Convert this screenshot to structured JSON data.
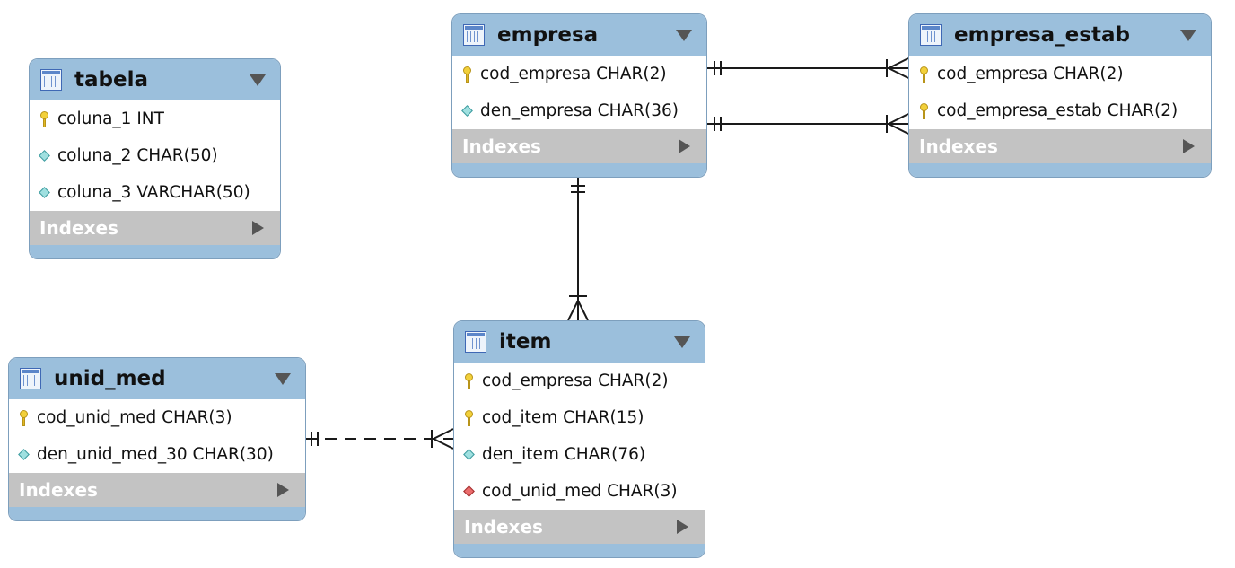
{
  "entities": {
    "tabela": {
      "name": "tabela",
      "columns": [
        {
          "label": "coluna_1 INT",
          "kind": "primary-key"
        },
        {
          "label": "coluna_2 CHAR(50)",
          "kind": "column"
        },
        {
          "label": "coluna_3 VARCHAR(50)",
          "kind": "column"
        }
      ],
      "indexes_label": "Indexes"
    },
    "empresa": {
      "name": "empresa",
      "columns": [
        {
          "label": "cod_empresa CHAR(2)",
          "kind": "primary-key"
        },
        {
          "label": "den_empresa CHAR(36)",
          "kind": "column"
        }
      ],
      "indexes_label": "Indexes"
    },
    "empresa_estab": {
      "name": "empresa_estab",
      "columns": [
        {
          "label": "cod_empresa CHAR(2)",
          "kind": "primary-key"
        },
        {
          "label": "cod_empresa_estab CHAR(2)",
          "kind": "primary-key"
        }
      ],
      "indexes_label": "Indexes"
    },
    "item": {
      "name": "item",
      "columns": [
        {
          "label": "cod_empresa CHAR(2)",
          "kind": "primary-key"
        },
        {
          "label": "cod_item CHAR(15)",
          "kind": "primary-key"
        },
        {
          "label": "den_item CHAR(76)",
          "kind": "column"
        },
        {
          "label": "cod_unid_med CHAR(3)",
          "kind": "foreign-key"
        }
      ],
      "indexes_label": "Indexes"
    },
    "unid_med": {
      "name": "unid_med",
      "columns": [
        {
          "label": "cod_unid_med CHAR(3)",
          "kind": "primary-key"
        },
        {
          "label": "den_unid_med_30 CHAR(30)",
          "kind": "column"
        }
      ],
      "indexes_label": "Indexes"
    }
  },
  "relationships": [
    {
      "from": "empresa",
      "to": "empresa_estab",
      "cardinality": "one-to-many",
      "line": "solid"
    },
    {
      "from": "empresa",
      "to": "empresa_estab",
      "cardinality": "one-to-many",
      "line": "solid"
    },
    {
      "from": "empresa",
      "to": "item",
      "cardinality": "one-to-many",
      "line": "solid"
    },
    {
      "from": "unid_med",
      "to": "item",
      "cardinality": "one-to-many",
      "line": "dashed"
    }
  ],
  "colors": {
    "header": "#9bbfdc",
    "indexes_bar": "#c3c3c3",
    "connector": "#1a1a1a",
    "key_icon": "#f2d03a",
    "column_icon": "#9fe0e0",
    "foreign_key_icon": "#ea6c6c"
  },
  "icons": {
    "entity": "table-icon",
    "collapse": "chevron-down-icon",
    "expand_indexes": "triangle-right-icon",
    "primary-key": "key-icon",
    "column": "diamond-icon",
    "foreign-key": "red-diamond-icon"
  }
}
